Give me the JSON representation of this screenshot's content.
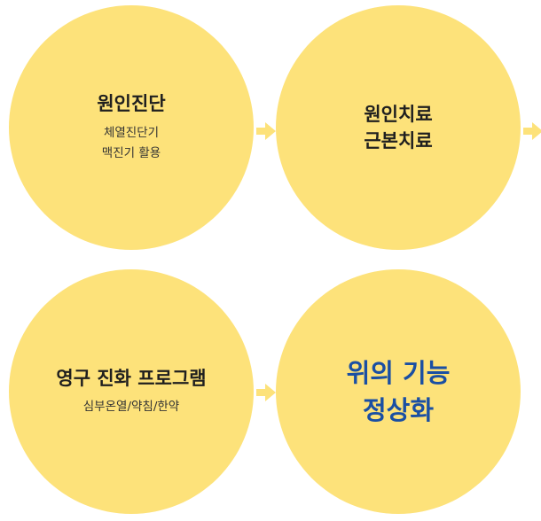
{
  "colors": {
    "circle_fill": "#fde27a",
    "text": "#1f1f1f",
    "highlight": "#1a4fa3"
  },
  "steps": [
    {
      "title": "원인진단",
      "lines": [
        "체열진단기",
        "맥진기 활용"
      ]
    },
    {
      "title_lines": [
        "원인치료",
        "근본치료"
      ]
    },
    {
      "title": "영구 진화 프로그램",
      "lines": [
        "심부온열/약침/한약"
      ]
    },
    {
      "title_lines": [
        "위의 기능",
        "정상화"
      ]
    }
  ]
}
